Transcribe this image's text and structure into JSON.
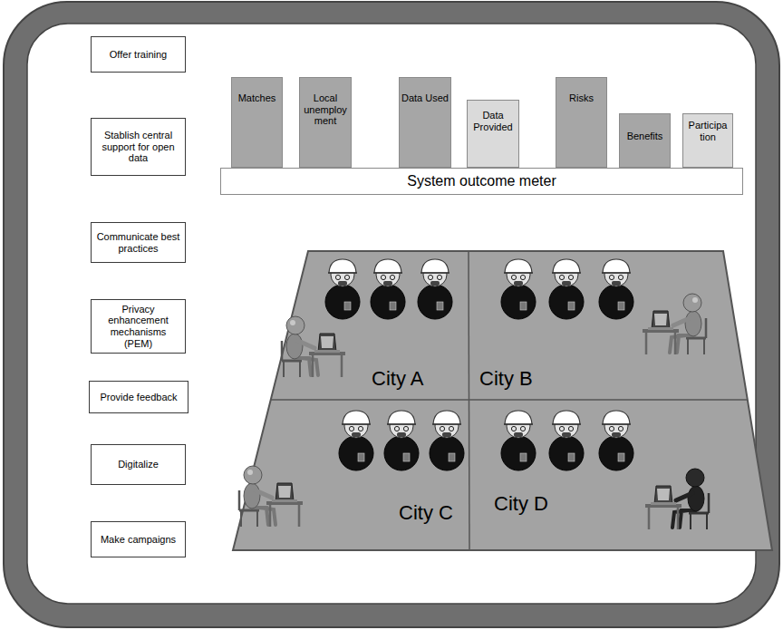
{
  "diagram": {
    "nodes": [
      {
        "text": [
          "Offer training"
        ]
      },
      {
        "text": [
          "Stablish central support for open data"
        ]
      },
      {
        "text": [
          "Communicate best practices"
        ]
      },
      {
        "text": [
          "Privacy enhancement mechanisms (PEM)"
        ]
      },
      {
        "text": [
          "Provide feedback"
        ]
      },
      {
        "text": [
          "Digitalize"
        ]
      },
      {
        "text": [
          "Make campaigns"
        ]
      },
      {
        "text": [
          "Matches"
        ]
      },
      {
        "text": [
          "Local unemploy ment"
        ]
      },
      {
        "text": [
          "Data Used"
        ]
      },
      {
        "text": [
          "Data Provided"
        ]
      },
      {
        "text": [
          "Risks"
        ]
      },
      {
        "text": [
          "Benefits"
        ]
      },
      {
        "text": [
          "Participa tion"
        ]
      },
      {
        "text": [
          "System outcome meter"
        ]
      },
      {
        "text": [
          "City A"
        ]
      },
      {
        "text": [
          "City B"
        ]
      },
      {
        "text": [
          "City C"
        ]
      },
      {
        "text": [
          "City D"
        ]
      }
    ]
  }
}
